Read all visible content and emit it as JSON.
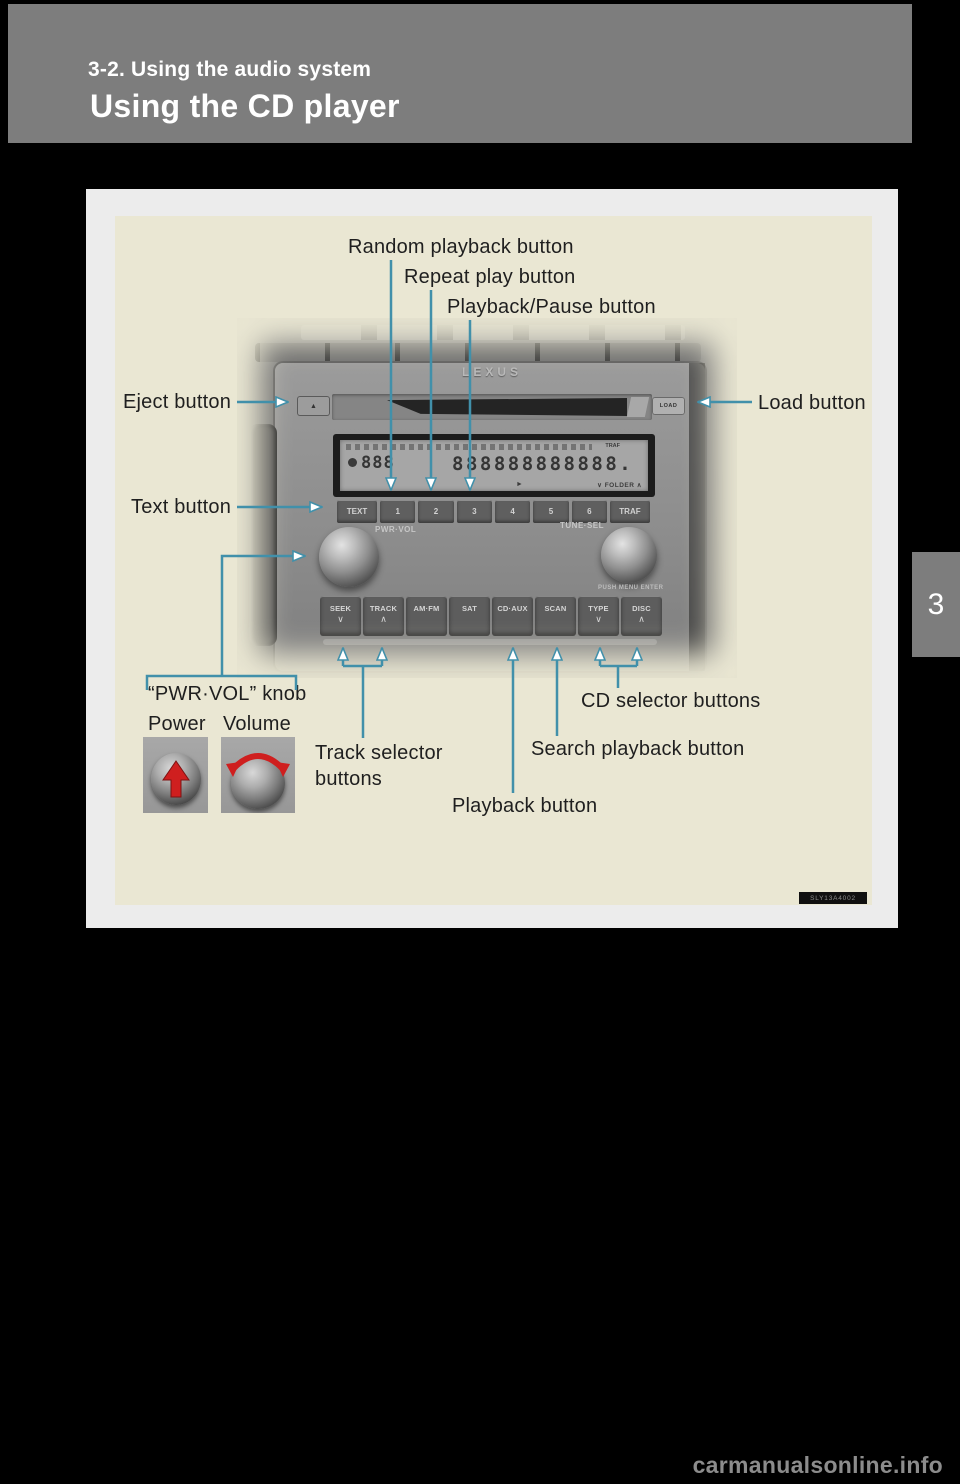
{
  "page": {
    "header": {
      "eyebrow": "3-2. Using the audio system",
      "title": "Using the CD player"
    },
    "chapter_tab": "3",
    "figure_code": "SLY13A4002",
    "watermark": "carmanualsonline.info"
  },
  "callouts": {
    "random": "Random playback button",
    "repeat": "Repeat play button",
    "play_pause": "Playback/Pause button",
    "eject": "Eject button",
    "load": "Load button",
    "text": "Text button",
    "pwr_vol_knob": "“PWR·VOL” knob",
    "power": "Power",
    "volume": "Volume",
    "track_selector_line1": "Track selector",
    "track_selector_line2": "buttons",
    "cd_selector": "CD selector buttons",
    "search_playback": "Search playback button",
    "playback": "Playback button"
  },
  "radio": {
    "brand": "LEXUS",
    "eject_glyph": "▲",
    "load_label": "LOAD",
    "preset_buttons": [
      "TEXT",
      "1",
      "2",
      "3",
      "4",
      "5",
      "6",
      "TRAF"
    ],
    "source_buttons": [
      {
        "label": "SEEK",
        "chevron": "∨"
      },
      {
        "label": "TRACK",
        "chevron": "∧"
      },
      {
        "label": "AM·FM"
      },
      {
        "label": "SAT"
      },
      {
        "label": "CD·AUX"
      },
      {
        "label": "SCAN"
      },
      {
        "label": "TYPE",
        "chevron": "∨"
      },
      {
        "label": "DISC",
        "chevron": "∧"
      }
    ],
    "knob_left_label": "PWR·VOL",
    "knob_right_label": "TUNE·SEL",
    "knob_right_sub": "PUSH MENU ENTER",
    "lcd": {
      "top_right": "TRAF",
      "digits_small": "888",
      "digits": "888888888888.",
      "bottom_left": "►",
      "bottom_right": "∨ FOLDER ∧"
    }
  },
  "colors": {
    "accent_teal": "#4190aa",
    "arrow_red": "#cf1f1f",
    "panel_beige": "#eae7d3",
    "header_gray": "#7d7d7d"
  }
}
